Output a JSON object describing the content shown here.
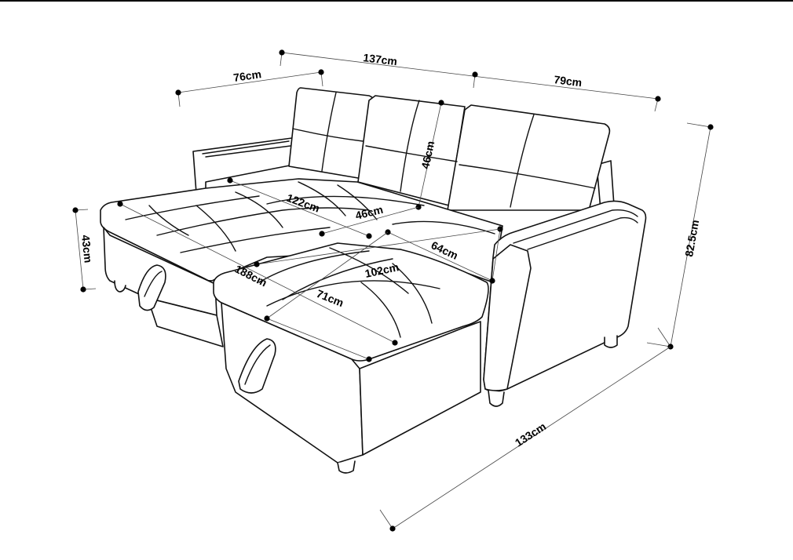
{
  "diagram": {
    "subject": "Sectional sofa bed with pull-out chaise — dimension drawing",
    "units": "cm",
    "dimensions": {
      "overall_width": "137cm",
      "left_section_width": "76cm",
      "right_section_width": "79cm",
      "overall_height": "82.5cm",
      "back_cushion_height": "46cm",
      "seat_height": "43cm",
      "overall_depth": "133cm",
      "bed_length": "188cm",
      "seat_width": "122cm",
      "seat_depth_back": "46cm",
      "chaise_width": "64cm",
      "chaise_length": "102cm",
      "chaise_front_depth": "71cm"
    }
  }
}
